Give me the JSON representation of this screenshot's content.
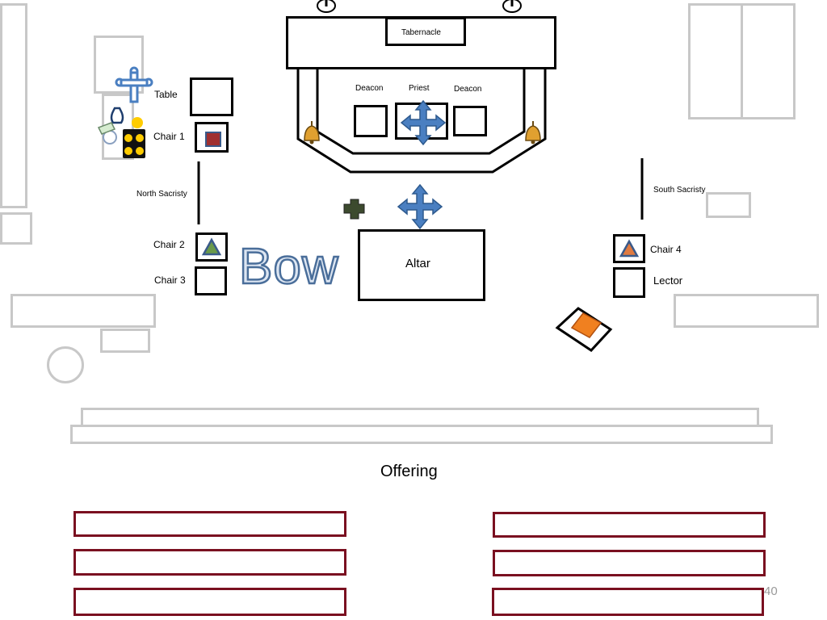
{
  "labels": {
    "tabernacle": "Tabernacle",
    "deacon_left": "Deacon",
    "priest": "Priest",
    "deacon_right": "Deacon",
    "table": "Table",
    "chair1": "Chair 1",
    "north_sacristy": "North Sacristy",
    "south_sacristy": "South Sacristy",
    "chair2": "Chair 2",
    "chair3": "Chair 3",
    "chair4": "Chair 4",
    "lector": "Lector",
    "altar": "Altar",
    "bow": "Bow",
    "offering": "Offering",
    "page_number": "40"
  },
  "colors": {
    "outline": "#000000",
    "furniture": "#c8c8c8",
    "pew": "#7a1020",
    "move_arrow": "#4a7fc1",
    "chair1_marker": "#a03030",
    "triangle_green": "#6a9a4a",
    "triangle_orange": "#e07a40",
    "cross_dark": "#3c4a2e",
    "book_orange": "#f08020",
    "candle_yellow": "#ffcc00"
  },
  "icons": [
    "bell-icon",
    "cross-icon",
    "move-arrows-icon",
    "book-icon",
    "candle-icon",
    "triangle-icon",
    "cross-marker-icon",
    "altar-light-icon"
  ]
}
